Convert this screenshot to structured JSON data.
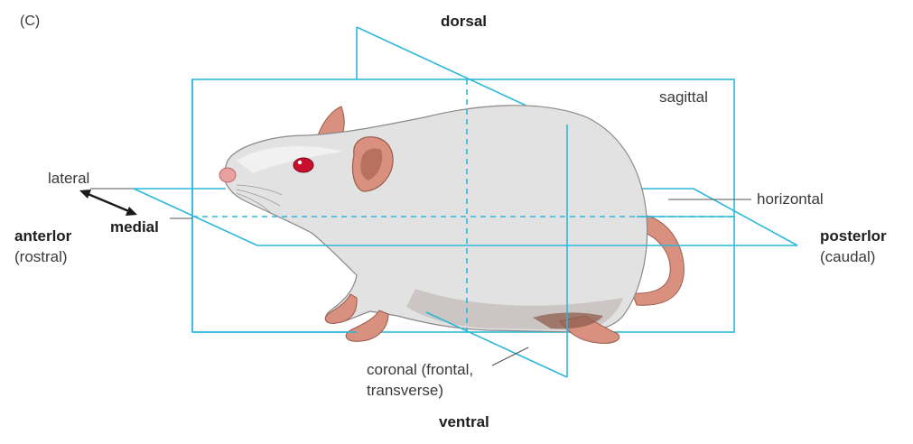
{
  "panel_label": "(C)",
  "labels": {
    "dorsal": "dorsal",
    "ventral": "ventral",
    "lateral": "lateral",
    "medial": "medial",
    "anterior": "anterlor",
    "anterior_alt": "(rostral)",
    "posterior": "posterlor",
    "posterior_alt": "(caudal)",
    "sagittal": "sagittal",
    "horizontal": "horizontal",
    "coronal_line1": "coronal (frontal,",
    "coronal_line2": "transverse)"
  },
  "colors": {
    "plane": "#2cb7dc",
    "rat_body": "#e2e2e2",
    "rat_shadow": "#c9c9c9",
    "rat_pink": "#d9907f",
    "rat_pink_dark": "#b9705f",
    "eye": "#c8102e",
    "arrow": "#1a1a1a",
    "leader": "#555555"
  },
  "icons": {
    "rat": "rat-illustration",
    "lateral_medial_arrow": "double-headed-arrow"
  }
}
